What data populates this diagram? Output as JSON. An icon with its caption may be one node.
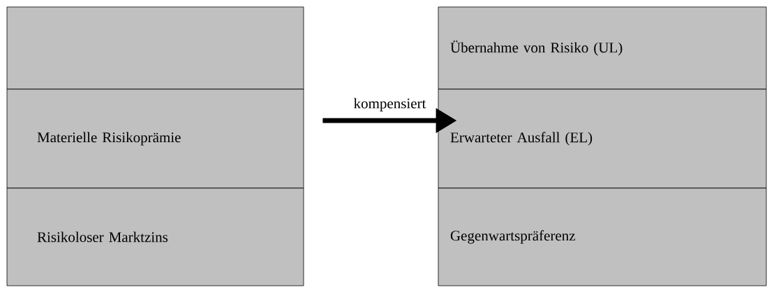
{
  "diagram": {
    "nodes": [
      {
        "text": [],
        "shape": "box"
      },
      {
        "text": [
          "Materielle Risikoprämie"
        ]
      },
      {
        "text": [
          "Risikoloser Marktzins"
        ]
      },
      {
        "text": [
          "Übernahme von Risiko (UL)"
        ]
      },
      {
        "text": [
          "Erwarteter Ausfall (EL)"
        ]
      },
      {
        "text": [
          "Gegenwartspräferenz"
        ]
      }
    ],
    "edges": [
      {
        "from": 1,
        "to": 4,
        "arrow": "to",
        "label": "kompensiert"
      }
    ]
  }
}
